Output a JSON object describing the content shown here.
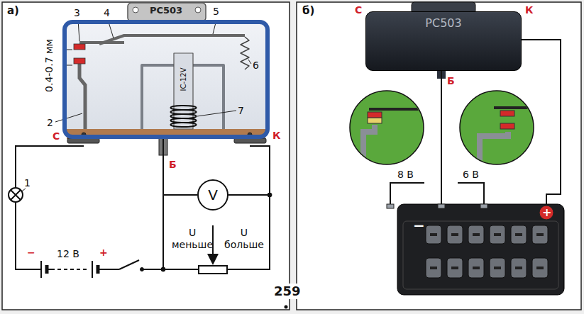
{
  "diagram": {
    "nodes": [
      {
        "text": [
          "РС503"
        ]
      },
      {
        "text": [
          "V"
        ]
      },
      {
        "text": [
          "РС503"
        ]
      },
      {
        "text": [
          "−",
          "+"
        ]
      }
    ],
    "edges": [
      {
        "from": 0,
        "to": 1,
        "arrow": "none"
      },
      {
        "from": 2,
        "to": 3,
        "arrow": "none"
      },
      {
        "from": 2,
        "to": 3,
        "arrow": "none"
      }
    ],
    "labels": [
      "а)",
      "3",
      "4",
      "5",
      "6",
      "7",
      "2",
      "0.4-0.7 мм",
      "IC-12V",
      "С",
      "К",
      "Б",
      "1",
      "−",
      "12 В",
      "+",
      "U меньше",
      "U больше",
      "259",
      "б)",
      "С",
      "К",
      "Б",
      "8 В",
      "6 В"
    ]
  }
}
